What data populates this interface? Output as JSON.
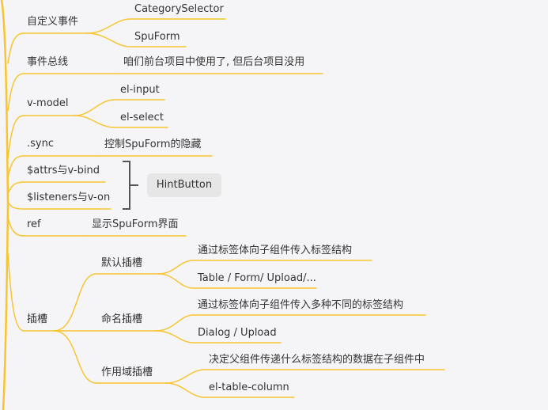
{
  "mindmap": {
    "edge_color": "#f7c531",
    "branches": [
      {
        "label": "自定义事件",
        "children": [
          "CategorySelector",
          "SpuForm"
        ]
      },
      {
        "label": "事件总线",
        "children": [
          "咱们前台项目中使用了, 但后台项目没用"
        ]
      },
      {
        "label": "v-model",
        "children": [
          "el-input",
          "el-select"
        ]
      },
      {
        "label": ".sync",
        "children": [
          "控制SpuForm的隐藏"
        ]
      },
      {
        "label": "$attrs与v-bind"
      },
      {
        "label": "$listeners与v-on"
      },
      {
        "label": "ref",
        "children": [
          "显示SpuForm界面"
        ]
      },
      {
        "label": "插槽",
        "children": [
          {
            "label": "默认插槽",
            "children": [
              "通过标签体向子组件传入标签结构",
              "Table / Form/ Upload/..."
            ]
          },
          {
            "label": "命名插槽",
            "children": [
              "通过标签体向子组件传入多种不同的标签结构",
              "Dialog / Upload"
            ]
          },
          {
            "label": "作用域插槽",
            "children": [
              "决定父组件传递什么标签结构的数据在子组件中",
              "el-table-column"
            ]
          }
        ]
      }
    ],
    "summary": {
      "label": "HintButton",
      "bracket_color": "#555555"
    }
  }
}
